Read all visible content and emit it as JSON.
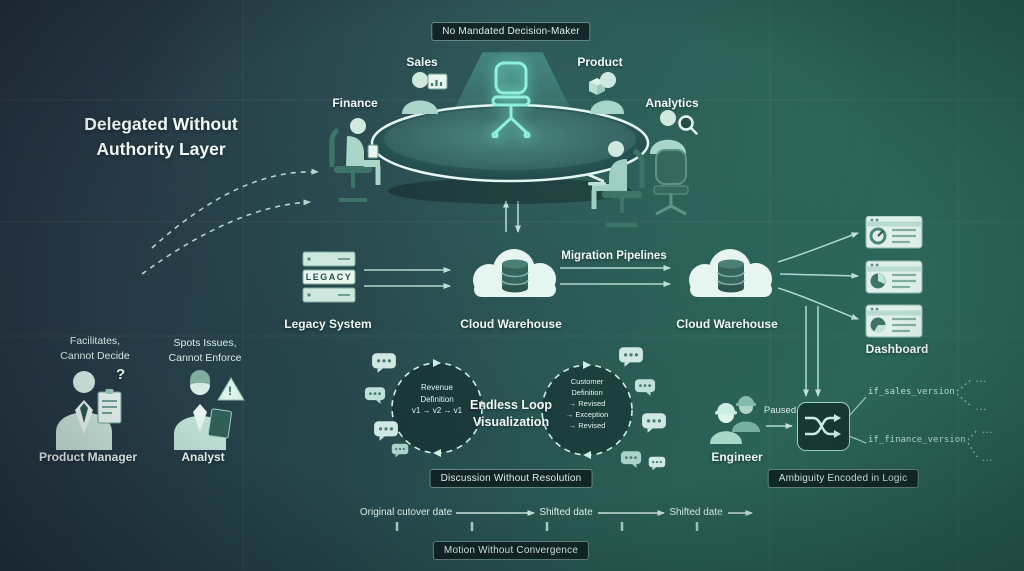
{
  "header": {
    "title": "Delegated Without\nAuthority Layer"
  },
  "badges": {
    "no_decision_maker": "No Mandated Decision-Maker",
    "discussion": "Discussion Without Resolution",
    "ambiguity": "Ambiguity Encoded in Logic",
    "motion": "Motion Without Convergence"
  },
  "table_scene": {
    "roles": [
      {
        "label": "Finance"
      },
      {
        "label": "Sales"
      },
      {
        "label": "Product"
      },
      {
        "label": "Analytics"
      }
    ]
  },
  "pipeline": {
    "legacy_box": "LEGACY",
    "legacy_label": "Legacy System",
    "cloud1_label": "Cloud Warehouse",
    "migration_label": "Migration Pipelines",
    "cloud2_label": "Cloud Warehouse",
    "dashboard_label": "Dashboard"
  },
  "people": {
    "pm_caption": "Facilitates,\nCannot Decide",
    "pm_label": "Product Manager",
    "pm_mark": "?",
    "analyst_caption": "Spots Issues,\nCannot Enforce",
    "analyst_label": "Analyst",
    "warning_mark": "!",
    "engineer_label": "Engineer",
    "paused_label": "Paused"
  },
  "loop": {
    "left_circle": "Revenue\nDefinition\nv1 → v2 → v1",
    "center_label": "Endless Loop\nVisualization",
    "right_circle": "Customer\nDefinition\n→ Revised\n→ Exception\n→ Revised"
  },
  "logic": {
    "sales_branch": "if_sales_version",
    "finance_branch": "if_finance_version",
    "ellipsis": "…"
  },
  "timeline": {
    "milestones": [
      {
        "label": "Original cutover date"
      },
      {
        "label": "Shifted date"
      },
      {
        "label": "Shifted date"
      }
    ]
  },
  "colors": {
    "accent_glow": "#8df0dd",
    "icon_light": "#cfeae2",
    "badge_border": "#a9d7cb"
  }
}
